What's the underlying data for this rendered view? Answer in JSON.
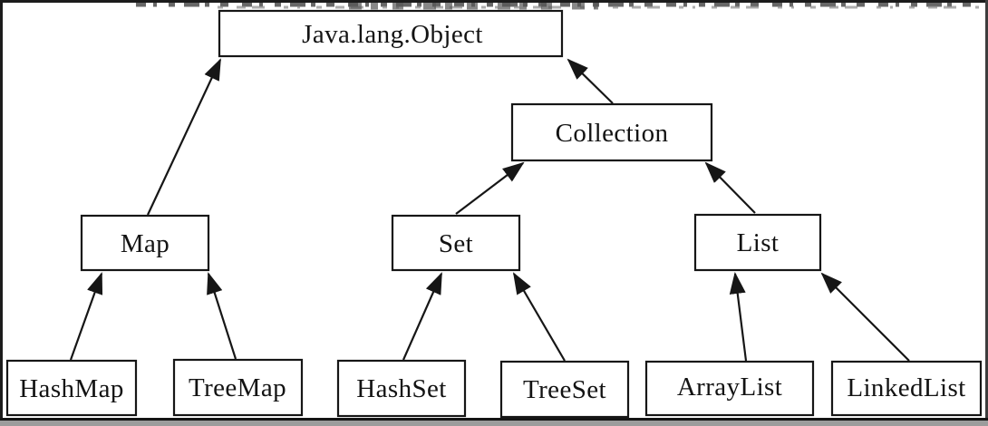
{
  "diagram": {
    "type": "class-hierarchy",
    "nodes": {
      "object": {
        "label": "Java.lang.Object"
      },
      "collection": {
        "label": "Collection"
      },
      "map": {
        "label": "Map"
      },
      "set": {
        "label": "Set"
      },
      "list": {
        "label": "List"
      },
      "hashmap": {
        "label": "HashMap"
      },
      "treemap": {
        "label": "TreeMap"
      },
      "hashset": {
        "label": "HashSet"
      },
      "treeset": {
        "label": "TreeSet"
      },
      "arraylist": {
        "label": "ArrayList"
      },
      "linkedlist": {
        "label": "LinkedList"
      }
    },
    "edges": [
      {
        "from": "Map",
        "to": "Java.lang.Object"
      },
      {
        "from": "Collection",
        "to": "Java.lang.Object"
      },
      {
        "from": "Set",
        "to": "Collection"
      },
      {
        "from": "List",
        "to": "Collection"
      },
      {
        "from": "HashMap",
        "to": "Map"
      },
      {
        "from": "TreeMap",
        "to": "Map"
      },
      {
        "from": "HashSet",
        "to": "Set"
      },
      {
        "from": "TreeSet",
        "to": "Set"
      },
      {
        "from": "ArrayList",
        "to": "List"
      },
      {
        "from": "LinkedList",
        "to": "List"
      }
    ],
    "colors": {
      "line": "#161616",
      "box_fill": "#ffffff",
      "text": "#131313",
      "bottom_band_gray": "#9c9c9c",
      "scan_noise_gray": "#4d4d4d"
    }
  }
}
